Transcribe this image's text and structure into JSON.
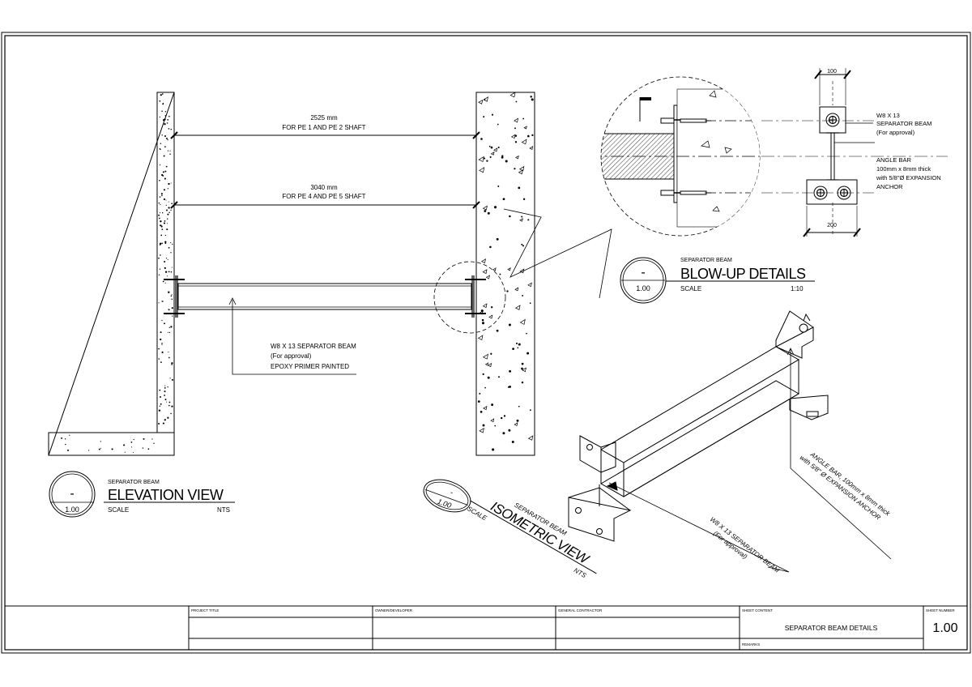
{
  "elevation": {
    "dim1": {
      "value": "2525 mm",
      "note": "FOR PE 1 AND PE 2 SHAFT"
    },
    "dim2": {
      "value": "3040 mm",
      "note": "FOR PE 4 AND PE 5 SHAFT"
    },
    "beam_callout": [
      "W8 X 13 SEPARATOR BEAM",
      "(For approval)",
      "EPOXY PRIMER PAINTED"
    ],
    "title_block": {
      "subtitle": "SEPARATOR BEAM",
      "title": "ELEVATION VIEW",
      "scale_label": "SCALE",
      "scale_value": "NTS",
      "sheet_mark": "-",
      "sheet_ref": "1.00"
    }
  },
  "blowup": {
    "dim_top": "100",
    "dim_bottom": "200",
    "beam_note": [
      "W8 X 13",
      "SEPARATOR BEAM",
      "(For approval)"
    ],
    "angle_note": [
      "ANGLE BAR",
      "100mm x 8mm thick",
      "with 5/8\"Ø EXPANSION",
      "ANCHOR"
    ],
    "title_block": {
      "subtitle": "SEPARATOR BEAM",
      "title": "BLOW-UP DETAILS",
      "scale_label": "SCALE",
      "scale_value": "1:10",
      "sheet_mark": "-",
      "sheet_ref": "1.00"
    }
  },
  "isometric": {
    "beam_note": [
      "W8 X 13 SEPARATOR BEAM",
      "(For approval)"
    ],
    "angle_note": [
      "ANGLE BAR, 100mm x 8mm thick",
      "with 5/8\" Ø  EXPANSION ANCHOR"
    ],
    "title_block": {
      "subtitle": "SEPARATOR BEAM",
      "title": "ISOMETRIC VIEW",
      "scale_label": "SCALE",
      "scale_value": "NTS",
      "sheet_mark": "-",
      "sheet_ref": "1.00"
    }
  },
  "footer": {
    "project_title_label": "PROJECT TITLE",
    "owner_label": "OWNER/DEVELOPER",
    "contractor_label": "GENERAL CONTRACTOR",
    "sheet_content_label": "SHEET CONTENT",
    "sheet_number_label": "SHEET NUMBER",
    "sheet_content": "SEPARATOR BEAM DETAILS",
    "sheet_number": "1.00",
    "remarks_label": "REMARKS"
  },
  "colors": {
    "line": "#000000",
    "paper": "#ffffff",
    "hatch": "#555555"
  }
}
